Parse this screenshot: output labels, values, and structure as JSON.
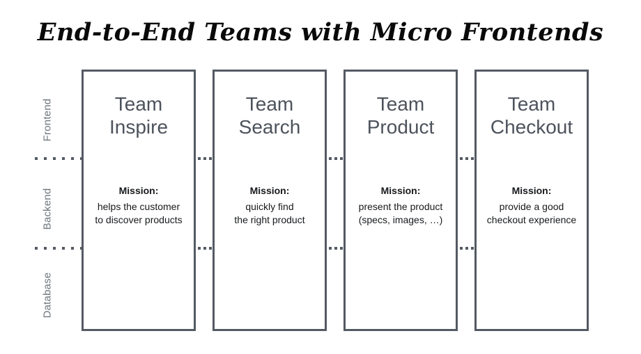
{
  "title": {
    "part1": "End-to-End Teams with ",
    "part2": "Micro Frontends"
  },
  "axis": {
    "layers": [
      {
        "label": "Frontend"
      },
      {
        "label": "Backend"
      },
      {
        "label": "Database"
      }
    ]
  },
  "colors": {
    "card_border": "#545a63",
    "card_title": "#4d535c",
    "axis_label": "#6e747c",
    "dot": "#545a63",
    "title": "#0a0a0a",
    "mission_text": "#17191c",
    "background": "#ffffff"
  },
  "mission_label": "Mission:",
  "teams": [
    {
      "name_line1": "Team",
      "name_line2": "Inspire",
      "mission_line1": "helps the customer",
      "mission_line2": "to discover products"
    },
    {
      "name_line1": "Team",
      "name_line2": "Search",
      "mission_line1": "quickly find",
      "mission_line2": "the right product"
    },
    {
      "name_line1": "Team",
      "name_line2": "Product",
      "mission_line1": "present the product",
      "mission_line2": "(specs, images, …)"
    },
    {
      "name_line1": "Team",
      "name_line2": "Checkout",
      "mission_line1": "provide a good",
      "mission_line2": "checkout experience"
    }
  ]
}
